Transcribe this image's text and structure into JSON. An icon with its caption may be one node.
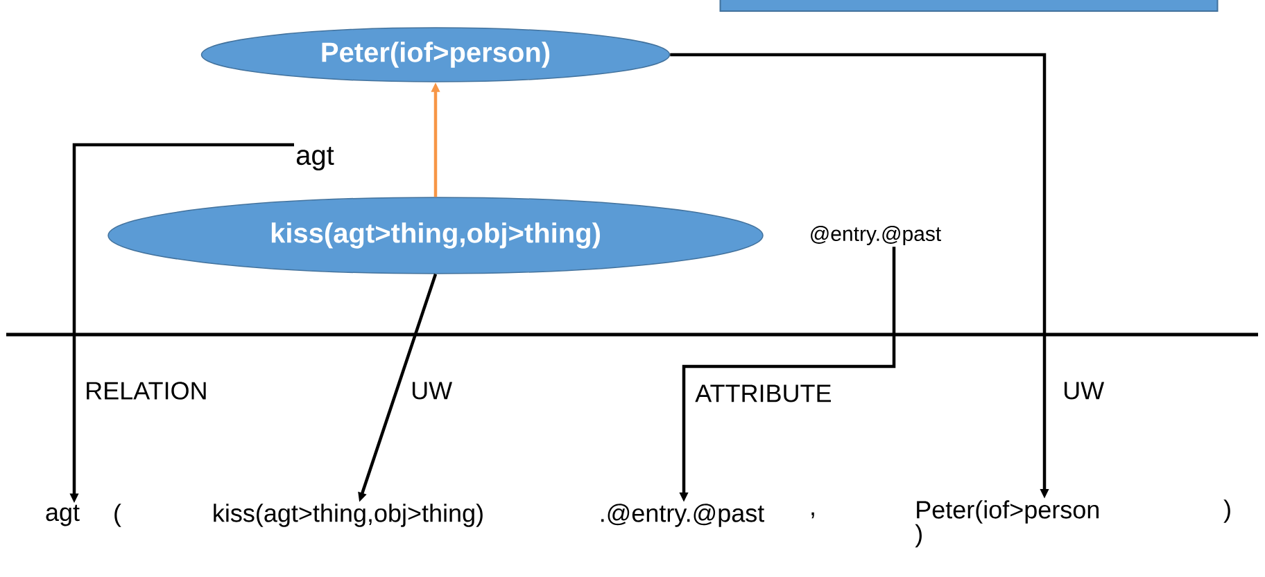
{
  "diagram": {
    "nodes": [
      {
        "text": [],
        "shape": "box"
      },
      {
        "text": [
          "Peter(iof>person)"
        ]
      },
      {
        "text": [
          "agt"
        ]
      },
      {
        "text": [
          "kiss(agt>thing,obj>thing)"
        ]
      },
      {
        "text": [
          "@entry.@past"
        ]
      },
      {
        "text": [
          "agt"
        ]
      },
      {
        "text": [
          "kiss(agt>thing,obj>thing)"
        ]
      },
      {
        "text": [
          ".@entry.@past"
        ]
      },
      {
        "text": [
          "Peter(iof>person )"
        ]
      }
    ],
    "edges": [
      {
        "from": 3,
        "to": 1,
        "arrow": "to",
        "color": "#f79646"
      },
      {
        "from": 2,
        "to": 5,
        "arrow": "to"
      },
      {
        "from": 3,
        "to": 6,
        "arrow": "to"
      },
      {
        "from": 4,
        "to": 7,
        "arrow": "to"
      },
      {
        "from": 1,
        "to": 8,
        "arrow": "to"
      }
    ],
    "labels": [
      "RELATION",
      "UW",
      "ATTRIBUTE",
      "UW",
      "(",
      ",",
      ")"
    ]
  }
}
